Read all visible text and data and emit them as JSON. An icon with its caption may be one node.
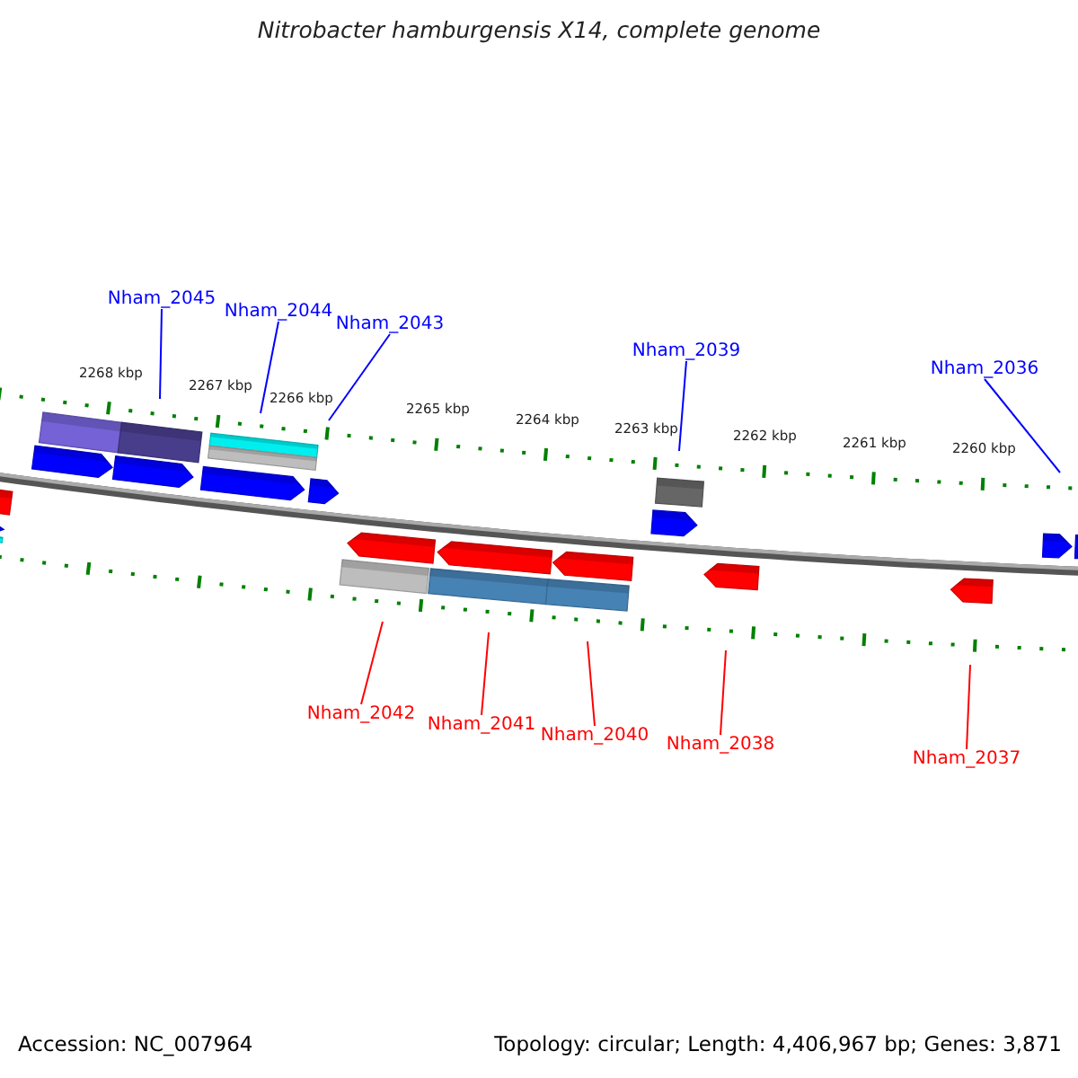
{
  "diagram": {
    "title": "Nitrobacter hamburgensis X14, complete genome",
    "nodes": [
      {
        "text": [
          "Nham_2045"
        ]
      },
      {
        "text": [
          "Nham_2044"
        ]
      },
      {
        "text": [
          "Nham_2043"
        ]
      },
      {
        "text": [
          "Nham_2039"
        ]
      },
      {
        "text": [
          "Nham_2036"
        ]
      },
      {
        "text": [
          "Nham_2042"
        ]
      },
      {
        "text": [
          "Nham_2041"
        ]
      },
      {
        "text": [
          "Nham_2040"
        ]
      },
      {
        "text": [
          "Nham_2038"
        ]
      },
      {
        "text": [
          "Nham_2037"
        ]
      },
      {
        "text": [],
        "shape": "ring"
      },
      {
        "text": [],
        "shape": "ring"
      }
    ],
    "edges": [
      {
        "from": 0,
        "to": 10,
        "arrow": "none"
      },
      {
        "from": 1,
        "to": 10,
        "arrow": "none"
      },
      {
        "from": 2,
        "to": 10,
        "arrow": "none"
      },
      {
        "from": 3,
        "to": 10,
        "arrow": "none"
      },
      {
        "from": 4,
        "to": 10,
        "arrow": "none"
      },
      {
        "from": 5,
        "to": 11,
        "arrow": "none",
        "color": "#ff0000"
      },
      {
        "from": 6,
        "to": 11,
        "arrow": "none",
        "color": "#ff0000"
      },
      {
        "from": 7,
        "to": 11,
        "arrow": "none",
        "color": "#ff0000"
      },
      {
        "from": 8,
        "to": 11,
        "arrow": "none",
        "color": "#ff0000"
      },
      {
        "from": 9,
        "to": 11,
        "arrow": "none",
        "color": "#ff0000"
      }
    ],
    "labels": [
      "2268 kbp",
      "2267 kbp",
      "2266 kbp",
      "2265 kbp",
      "2264 kbp",
      "2263 kbp",
      "2262 kbp",
      "2261 kbp",
      "2260 kbp",
      "Accession: NC_007964",
      "Topology: circular; Length: 4,406,967 bp; Genes: 3,871"
    ]
  }
}
